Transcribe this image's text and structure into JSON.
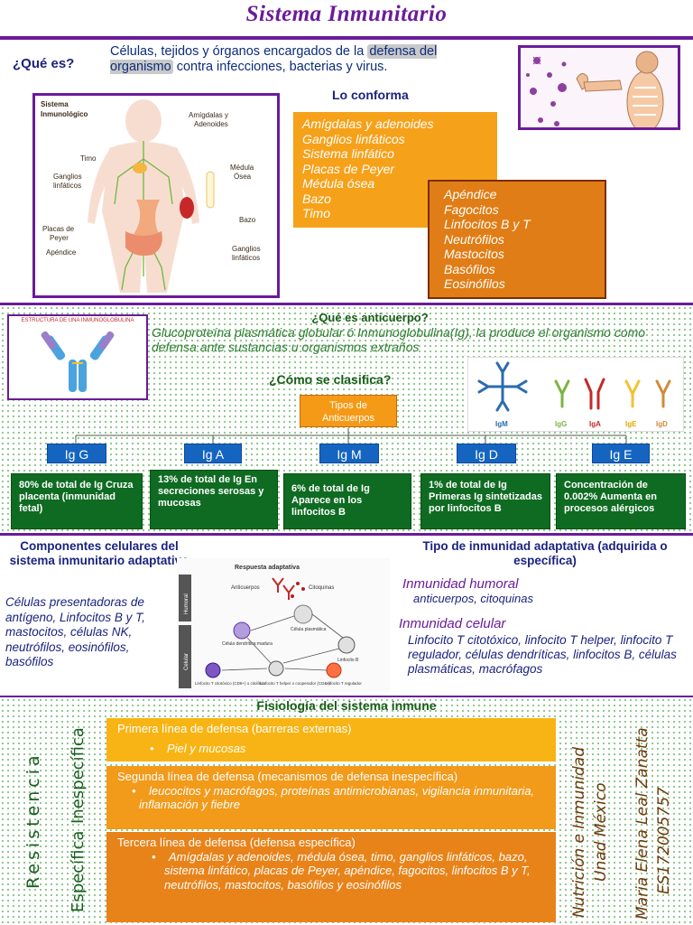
{
  "title": "Sistema Inmunitario",
  "que_es": {
    "label": "¿Qué es?",
    "text_before": "Células, tejidos y órganos encargados de la ",
    "highlight": "defensa del organismo",
    "text_after": " contra infecciones, bacterias y virus."
  },
  "body_diagram": {
    "title": "Sistema Inmunológico",
    "labels": [
      "Amígdalas y Adenoides",
      "Timo",
      "Médula Ósea",
      "Ganglios linfáticos",
      "Bazo",
      "Placas de Peyer",
      "Apéndice",
      "Ganglios linfáticos"
    ]
  },
  "lo_conforma": {
    "label": "Lo conforma",
    "list1": [
      "Amígdalas y adenoides",
      "Ganglios linfáticos",
      "Sistema linfático",
      "Placas de Peyer",
      "Médula ósea",
      "Bazo",
      "Timo"
    ],
    "list2": [
      "Apéndice",
      "Fagocitos",
      "Linfocitos B y T",
      "Neutrófilos",
      "Mastocitos",
      "Basófilos",
      "Eosinófilos"
    ]
  },
  "anticuerpo": {
    "image_caption": "ESTRUCTURA DE UNA INMUNOGLOBULINA",
    "question": "¿Qué es anticuerpo?",
    "definition": "Glucoproteína plasmática globular ó Inmunoglobulina(Ig), la produce el organismo como defensa ante sustancias u organismos extraños",
    "classify_question": "¿Cómo se clasifica?",
    "tipos_label_1": "Tipos de",
    "tipos_label_2": "Anticuerpos",
    "ig_image_labels": [
      "IgM",
      "IgG",
      "IgA",
      "IgE",
      "IgD"
    ],
    "types": [
      {
        "name": "Ig G",
        "desc": "80% de total de Ig Cruza placenta (inmunidad fetal)"
      },
      {
        "name": "Ig A",
        "desc": "13% de total de Ig En secreciones serosas y mucosas"
      },
      {
        "name": "Ig M",
        "desc": "6% de total de Ig Aparece en los linfocitos B"
      },
      {
        "name": "Ig D",
        "desc": "1% de total de Ig Primeras Ig sintetizadas por linfocitos B"
      },
      {
        "name": "Ig E",
        "desc": "Concentración de 0.002% Aumenta en procesos alérgicos"
      }
    ]
  },
  "componentes": {
    "title": "Componentes celulares del sistema inmunitario adaptativo",
    "text": "Células presentadoras de antígeno, Linfocitos B y T, mastocitos, células NK, neutrófilos, eosinófilos, basófilos"
  },
  "respuesta_diagram": {
    "title": "Respuesta adaptativa",
    "labels": [
      "Anticuerpos",
      "Citoquinas",
      "Humoral",
      "Celular",
      "Célula plasmática",
      "Célula dendrítica madura",
      "Linfocito B",
      "Linfocito T citotóxico (CD8+) o citolítico",
      "Linfocito T helper o cooperador (CD4+)",
      "Linfocito T regulador"
    ]
  },
  "tipo_inmunidad": {
    "title": "Tipo de inmunidad adaptativa (adquirida o específica)",
    "humoral_label": "Inmunidad humoral",
    "humoral_text": "anticuerpos, citoquinas",
    "celular_label": "Inmunidad celular",
    "celular_text": "Linfocito T citotóxico, linfocito T helper, linfocito T regulador, células dendríticas, linfocitos B, células plasmáticas, macrófagos"
  },
  "fisiologia": {
    "title": "Fisiología del sistema inmune",
    "resistencia": "Resistencia",
    "inespecifica": "Inespecífica",
    "especifica": "Específica",
    "lines": [
      {
        "title": "Primera línea de defensa (barreras externas)",
        "bullet": "Piel y mucosas"
      },
      {
        "title": "Segunda línea de defensa (mecanismos de defensa inespecífica)",
        "bullet": "leucocitos y macrófagos, proteínas antimicrobianas, vigilancia inmunitaria, inflamación y fiebre"
      },
      {
        "title": "Tercera línea de defensa (defensa específica)",
        "bullet": "Amígdalas y adenoides, médula ósea, timo, ganglios linfáticos, bazo, sistema linfático, placas de Peyer, apéndice, fagocitos, linfocitos B y T, neutrófilos, mastocitos, basófilos y eosinófilos"
      }
    ]
  },
  "author": {
    "course": "Nutrición e Inmunidad",
    "university": "Unad México",
    "name": "Maria Elena Leal Zanatta",
    "id": "ES172005757"
  },
  "colors": {
    "purple": "#6a1b9a",
    "orange": "#f6a11a",
    "dark_orange": "#e07d16",
    "green": "#0f6b22",
    "blue": "#1565c0"
  }
}
